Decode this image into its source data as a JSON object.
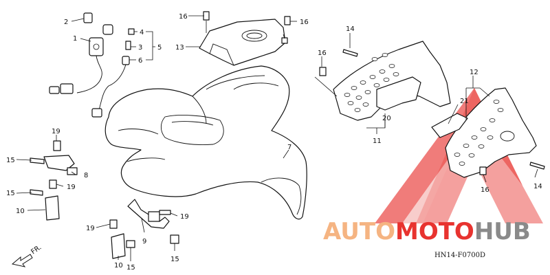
{
  "callouts": {
    "c1": "1",
    "c2": "2",
    "c3": "3",
    "c4": "4",
    "c5": "5",
    "c6": "6",
    "c7": "7",
    "c8": "8",
    "c9": "9",
    "c10a": "10",
    "c10b": "10",
    "c11": "11",
    "c12": "12",
    "c13": "13",
    "c14a": "14",
    "c14b": "14",
    "c15a": "15",
    "c15b": "15",
    "c15c": "15",
    "c15d": "15",
    "c16a": "16",
    "c16b": "16",
    "c16c": "16",
    "c16d": "16",
    "c19a": "19",
    "c19b": "19",
    "c19c": "19",
    "c19d": "19",
    "c20": "20",
    "c21": "21"
  },
  "direction_label": "FR.",
  "diagram_code": "HN14-F0700D",
  "watermark": {
    "auto": "AUTO",
    "moto": "MOTO",
    "hub": "HUB",
    "color_orange": "#f5b482",
    "color_red": "#e8332f",
    "color_gray": "#8a8a8a"
  }
}
